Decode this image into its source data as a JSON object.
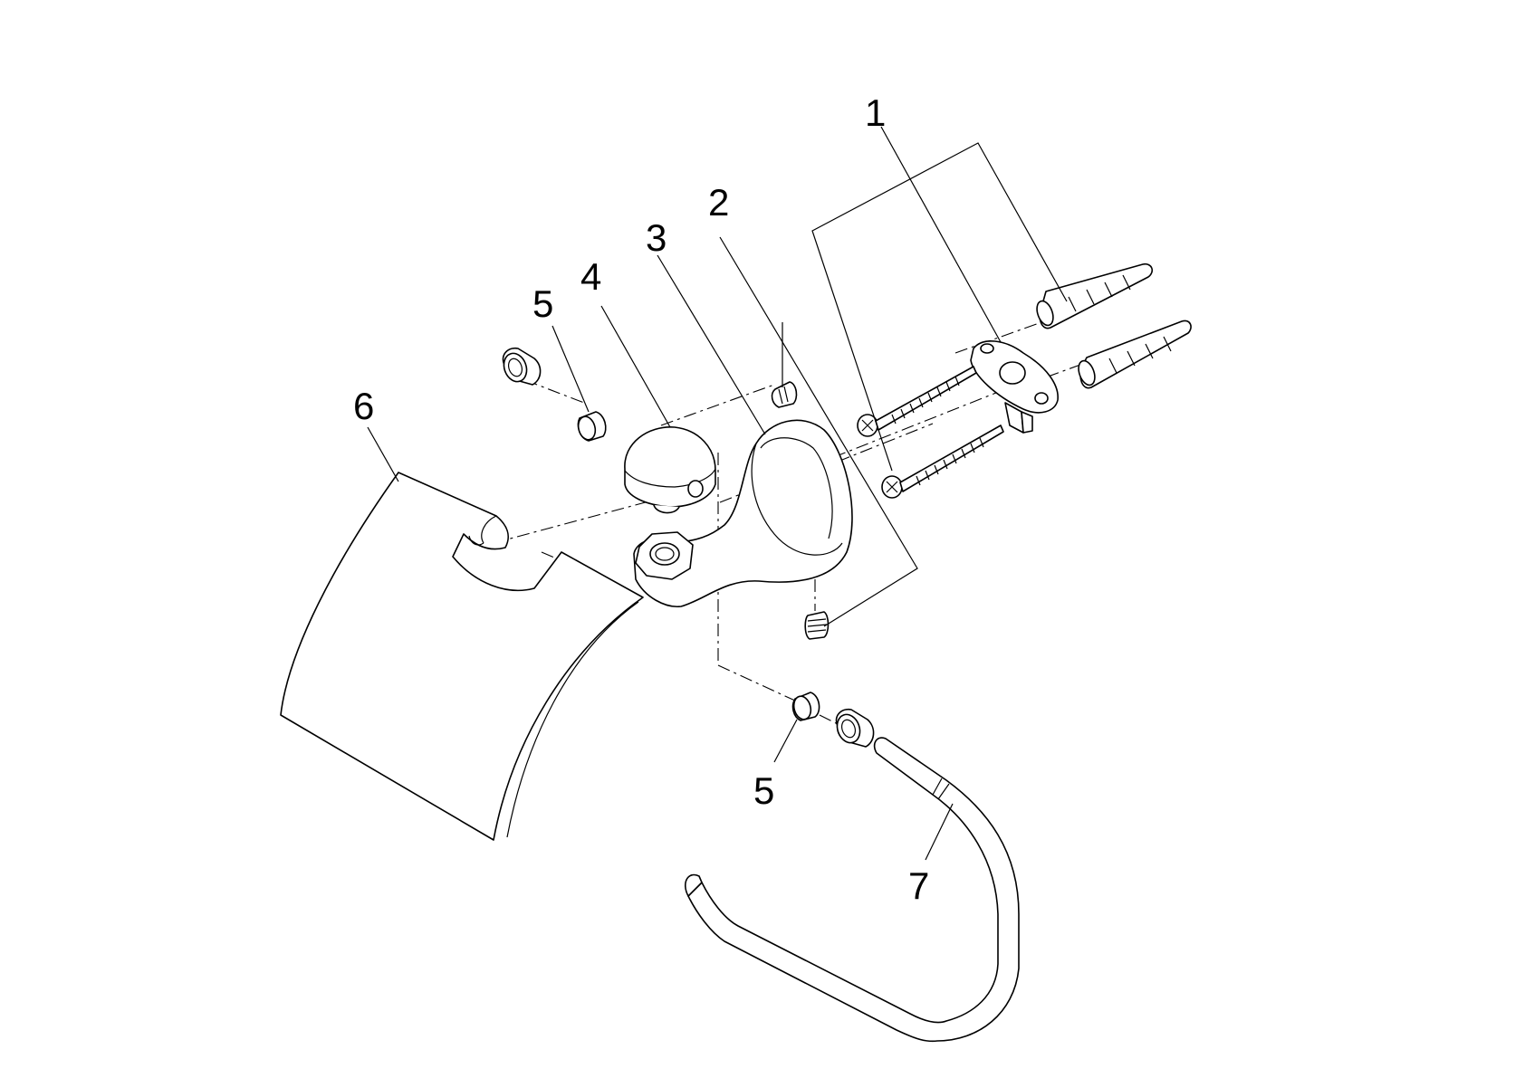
{
  "diagram": {
    "callouts": {
      "p1": "1",
      "p2": "2",
      "p3": "3",
      "p4": "4",
      "p5_top": "5",
      "p5_bottom": "5",
      "p6": "6",
      "p7": "7"
    }
  }
}
